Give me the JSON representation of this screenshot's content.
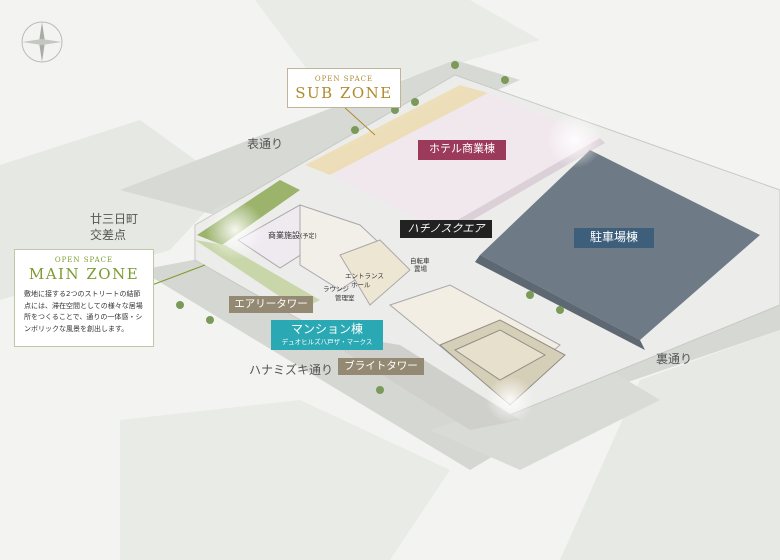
{
  "sub_zone": {
    "caption": "OPEN SPACE",
    "title": "SUB ZONE"
  },
  "main_zone": {
    "caption": "OPEN SPACE",
    "title": "MAIN ZONE",
    "description": "敷地に接する2つのストリートの結節点には、滞在空間としての様々な居場所をつくることで、通りの一体感・シンボリックな風景を創出します。"
  },
  "streets": {
    "omote": "表通り",
    "ura": "裏通り",
    "hanamizuki": "ハナミズキ通り",
    "intersection_line1": "廿三日町",
    "intersection_line2": "交差点"
  },
  "buildings": {
    "hotel": "ホテル商業棟",
    "parking": "駐車場棟",
    "square": "ハチノスクエア",
    "airy_tower": "エアリータワー",
    "bright_tower": "ブライトタワー",
    "mansion": "マンション棟",
    "mansion_sub": "デュオヒルズ八戸ザ・マークス"
  },
  "facilities": {
    "commercial": "商業施設",
    "commercial_note": "(予定)",
    "entrance": "エントランス",
    "hall": "ホール",
    "lounge": "ラウンジ",
    "management": "管理室",
    "bicycle": "自転車",
    "bicycle2": "置場"
  },
  "colors": {
    "hotel": "#9b3a5b",
    "parking": "#3e5f7c",
    "mansion": "#2aa8b4",
    "tower_tag": "#948a74",
    "sub_zone": "#b08a2e",
    "main_zone": "#7c9b2e"
  },
  "icons": {
    "compass": "compass-rose-icon"
  }
}
